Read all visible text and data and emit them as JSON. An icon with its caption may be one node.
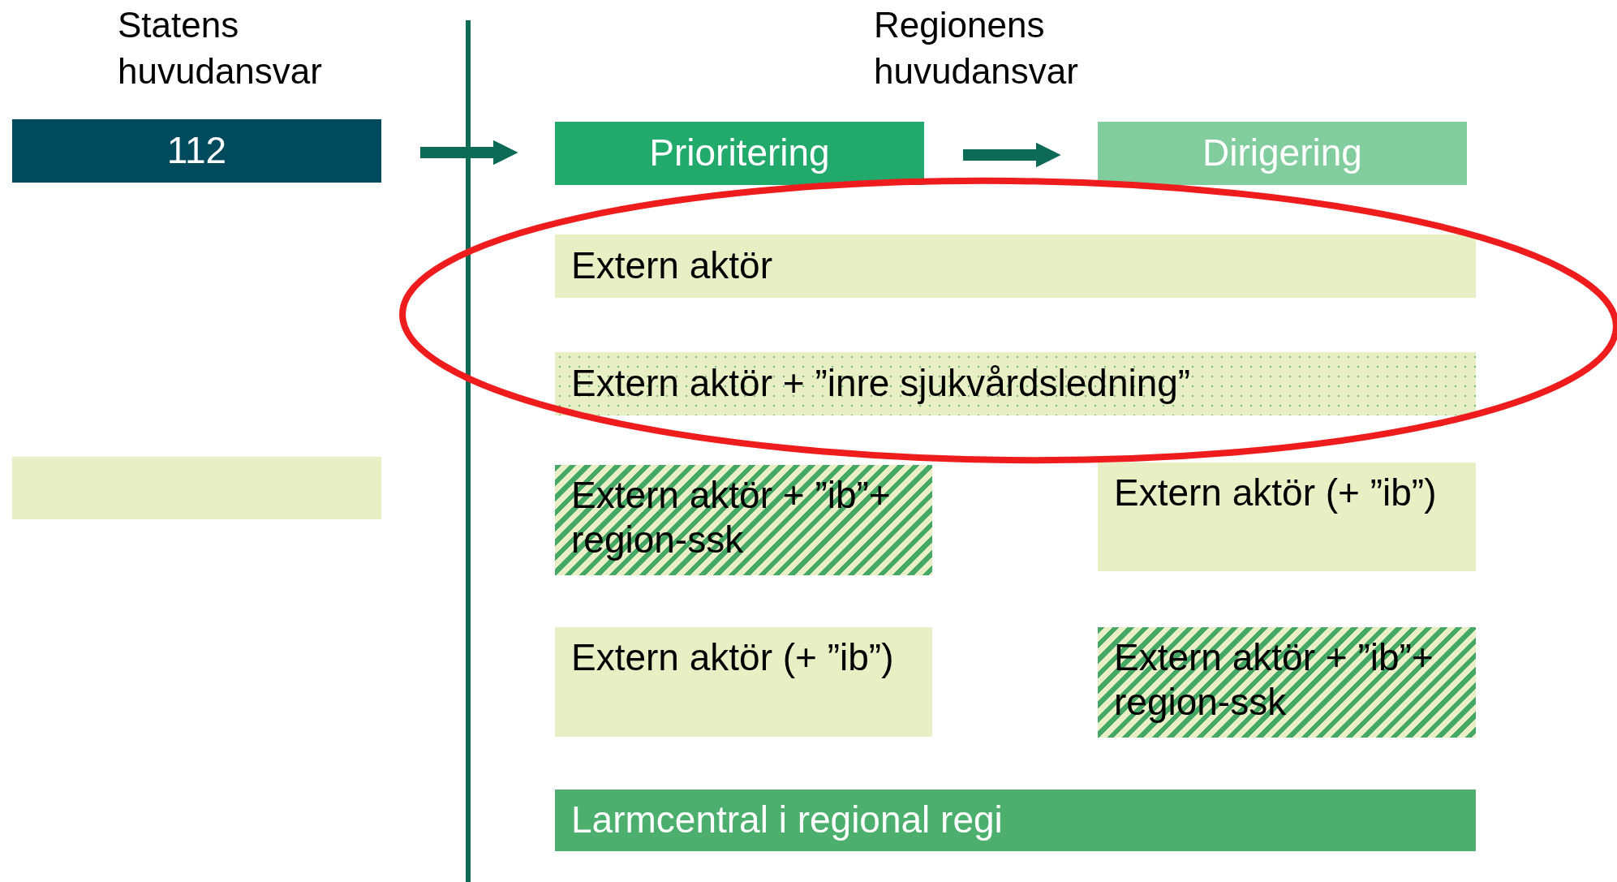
{
  "diagram": {
    "nodes": [
      {
        "text": [
          "112"
        ]
      },
      {
        "text": [
          "Prioritering"
        ]
      },
      {
        "text": [
          "Dirigering"
        ]
      },
      {
        "text": [
          "Extern aktör"
        ]
      },
      {
        "text": [
          "Extern aktör + ”inre sjukvårdsledning”"
        ]
      },
      {
        "text": [],
        "shape": "box"
      },
      {
        "text": [
          "Extern aktör + ”ib”+ region-ssk"
        ]
      },
      {
        "text": [
          "Extern aktör (+ ”ib”)"
        ]
      },
      {
        "text": [
          "Extern aktör (+ ”ib”)"
        ]
      },
      {
        "text": [
          "Extern aktör + ”ib”+ region-ssk"
        ]
      },
      {
        "text": [
          "Larmcentral i regional regi"
        ]
      }
    ],
    "edges": [
      {
        "from": 0,
        "to": 1,
        "arrow": "to"
      },
      {
        "from": 1,
        "to": 2,
        "arrow": "to"
      }
    ],
    "labels": [
      "Statens huvudansvar",
      "Regionens huvudansvar"
    ]
  }
}
